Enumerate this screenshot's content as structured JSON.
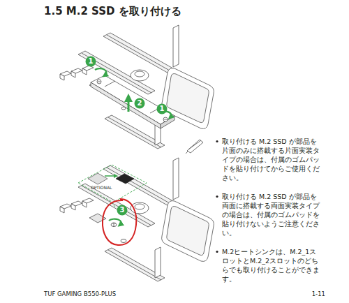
{
  "diagram": {
    "title": "1.5 M.2 SSD を取り付ける",
    "labels": [
      "1",
      "2",
      "1",
      "OPTIONAL",
      "3",
      "取り付ける M.2 SSD が部品を片面のみに搭載する片面実装タイプの場合は、付属のゴムパッドを貼り付けてからご使用ください。",
      "取り付ける M.2 SSD が部品を両面に搭載する両面実装タイプの場合は、付属のゴムパッドを貼り付けないようご注意ください。",
      "M.2ヒートシンクは、M.2_1スロットとM.2_2スロットのどちらでも取り付けることができます。",
      "TUF GAMING B550-PLUS",
      "1-11"
    ]
  }
}
